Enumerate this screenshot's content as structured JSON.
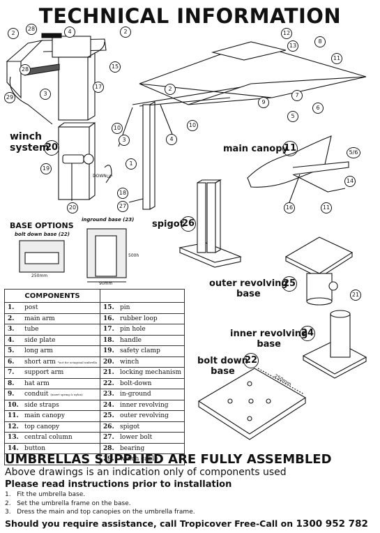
{
  "title": "TECHNICAL INFORMATION",
  "callouts": {
    "winch_system": "winch\nsystem",
    "winch_num": "20",
    "main_canopy": "main canopy",
    "main_canopy_num": "11",
    "spigot": "spigot",
    "spigot_num": "26",
    "outer_revolving": "outer revolving\nbase",
    "outer_num": "25",
    "inner_revolving": "inner revolving\nbase",
    "inner_num": "24",
    "bolt_down": "bolt down\nbase",
    "bolt_num": "22"
  },
  "base_options": {
    "title": "BASE OPTIONS",
    "bolt_down_label": "bolt down base (22)",
    "inground_label": "inground base (23)",
    "dim_250": "250mm",
    "dim_500": "500h",
    "dim_90": "90mm",
    "dim_250_diag": "250mm"
  },
  "part_numbers": [
    "2",
    "28",
    "4",
    "2",
    "28",
    "15",
    "17",
    "29",
    "3",
    "12",
    "13",
    "8",
    "11",
    "2",
    "9",
    "7",
    "5",
    "6",
    "10",
    "10",
    "3",
    "4",
    "1",
    "19",
    "18",
    "27",
    "20",
    "5/6",
    "14",
    "16",
    "11",
    "21"
  ],
  "drawing_labels": {
    "down": "DOWN",
    "up": "UP"
  },
  "components": {
    "header": "COMPONENTS",
    "left": [
      {
        "n": "1.",
        "t": "post"
      },
      {
        "n": "2.",
        "t": "main arm"
      },
      {
        "n": "3.",
        "t": "tube"
      },
      {
        "n": "4.",
        "t": "side plate"
      },
      {
        "n": "5.",
        "t": "long arm"
      },
      {
        "n": "6.",
        "t": "short arm",
        "note": "*not for octagonal umbrella"
      },
      {
        "n": "7.",
        "t": "support arm"
      },
      {
        "n": "8.",
        "t": "hat arm"
      },
      {
        "n": "9.",
        "t": "conduit",
        "note": "(insert spring & nylon)"
      },
      {
        "n": "10.",
        "t": "side straps"
      },
      {
        "n": "11.",
        "t": "main canopy"
      },
      {
        "n": "12.",
        "t": "top canopy"
      },
      {
        "n": "13.",
        "t": "central column"
      },
      {
        "n": "14.",
        "t": "button"
      }
    ],
    "right": [
      {
        "n": "15.",
        "t": "pin"
      },
      {
        "n": "16.",
        "t": "rubber loop"
      },
      {
        "n": "17.",
        "t": "pin hole"
      },
      {
        "n": "18.",
        "t": "handle"
      },
      {
        "n": "19.",
        "t": "safety clamp"
      },
      {
        "n": "20.",
        "t": "winch"
      },
      {
        "n": "21.",
        "t": "locking mechanism"
      },
      {
        "n": "22.",
        "t": "bolt-down"
      },
      {
        "n": "23.",
        "t": "in-ground"
      },
      {
        "n": "24.",
        "t": "inner revolving"
      },
      {
        "n": "25.",
        "t": "outer revolving"
      },
      {
        "n": "26.",
        "t": "spigot"
      },
      {
        "n": "27.",
        "t": "lower bolt"
      },
      {
        "n": "28.",
        "t": "bearing"
      },
      {
        "n": "29.",
        "t": "winch cable"
      }
    ]
  },
  "footer": {
    "headline": "UMBRELLAS SUPPLIED ARE FULLY ASSEMBLED",
    "indication": "Above drawings is an indication only of components used",
    "read": "Please read instructions prior to installation",
    "steps": [
      {
        "n": "1.",
        "t": "Fit the umbrella base."
      },
      {
        "n": "2.",
        "t": "Set the umbrella frame on the base."
      },
      {
        "n": "3.",
        "t": "Dress the main and top canopies on the umbrella frame."
      }
    ],
    "assist": "Should you require assistance, call Tropicover Free-Call on ",
    "phone": "1300 952 782"
  }
}
